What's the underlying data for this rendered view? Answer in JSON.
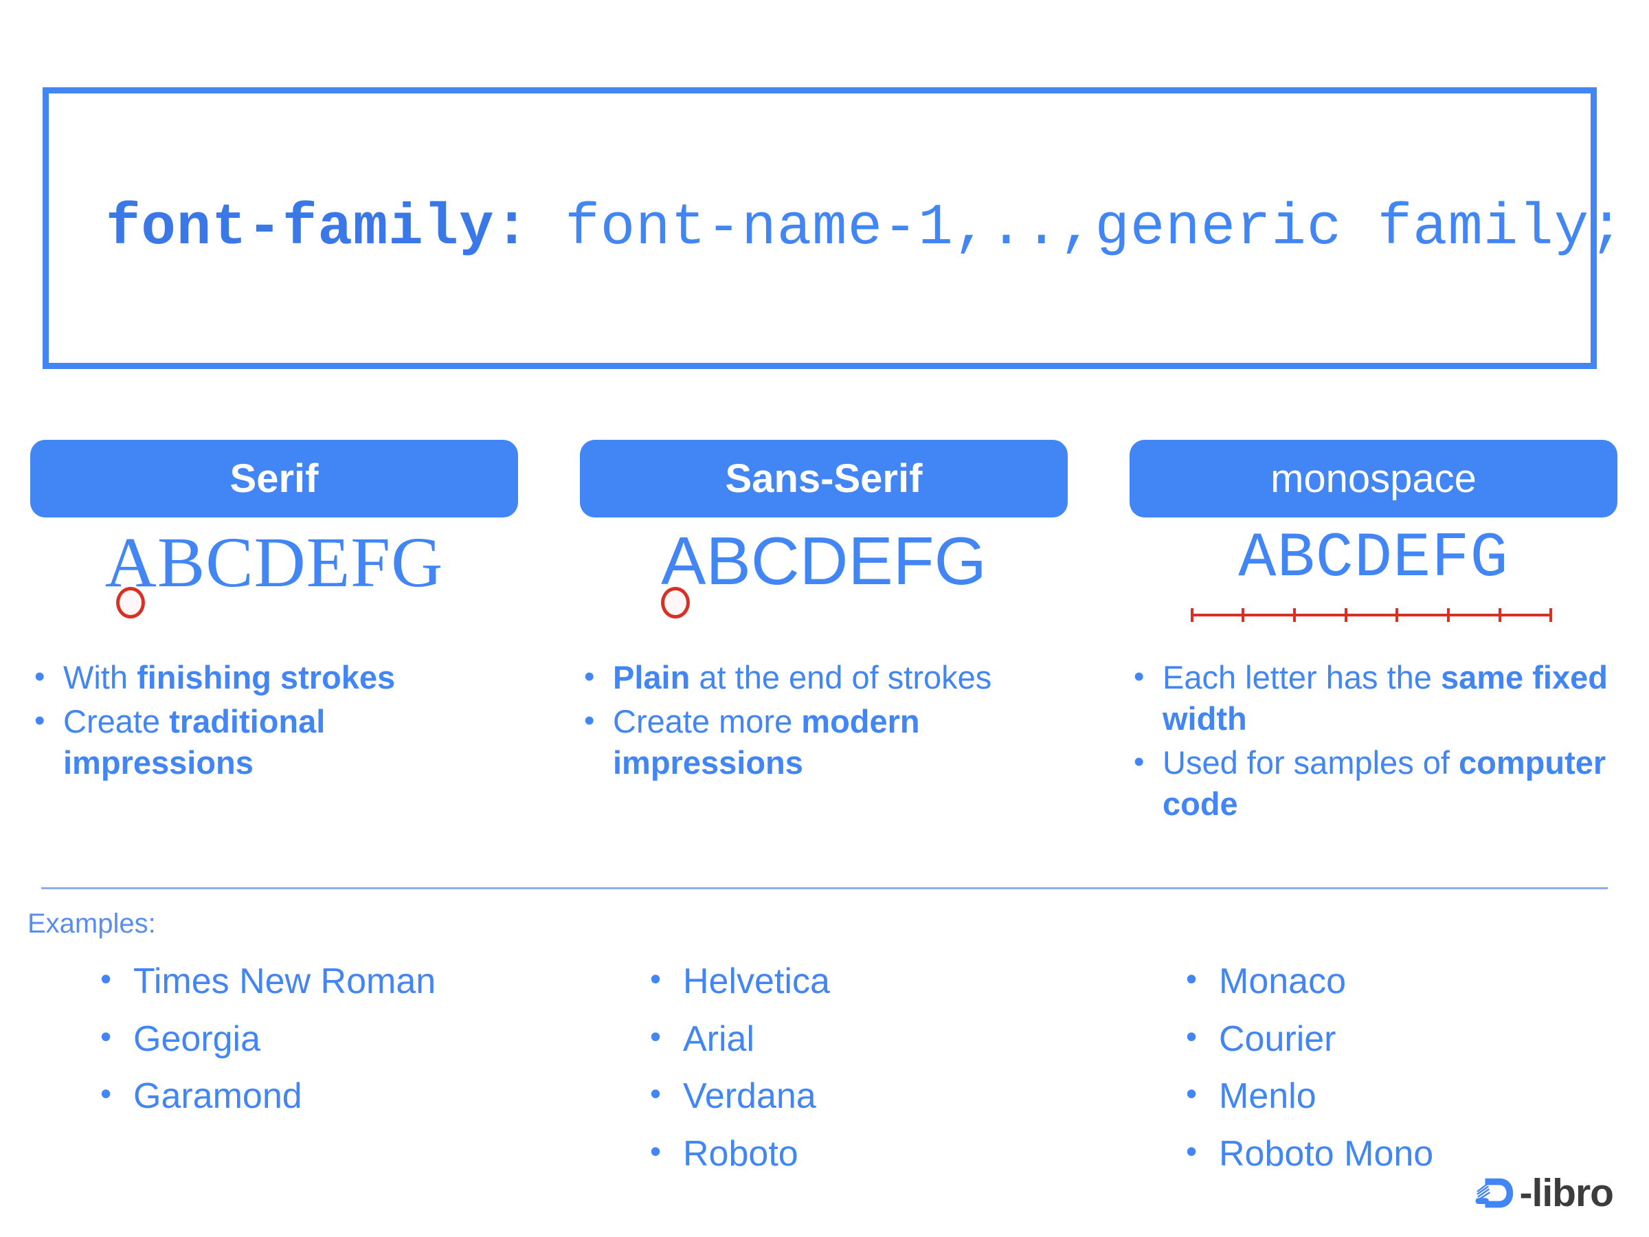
{
  "code_box": {
    "property": "font-family:",
    "value": " font-name-1,..,generic family;",
    "border_color": "#4285F4",
    "text_color": "#3B78E7"
  },
  "accent_color": "#4285F4",
  "annotation_color": "#D93025",
  "columns": [
    {
      "pill_label": "Serif",
      "pill_weight": "bold",
      "sample_text": "ABCDEFG",
      "sample_style": "serif",
      "annotation": "serif-foot-circle",
      "bullets": [
        {
          "parts": [
            {
              "text": "With ",
              "bold": false
            },
            {
              "text": "finishing strokes",
              "bold": true
            }
          ]
        },
        {
          "parts": [
            {
              "text": "Create ",
              "bold": false
            },
            {
              "text": "traditional impressions",
              "bold": true
            }
          ]
        }
      ],
      "examples": [
        "Times New Roman",
        "Georgia",
        "Garamond"
      ]
    },
    {
      "pill_label": "Sans-Serif",
      "pill_weight": "bold",
      "sample_text": "ABCDEFG",
      "sample_style": "sans",
      "annotation": "plain-stroke-circle",
      "bullets": [
        {
          "parts": [
            {
              "text": "Plain",
              "bold": true
            },
            {
              "text": " at the end of strokes",
              "bold": false
            }
          ]
        },
        {
          "parts": [
            {
              "text": "Create more ",
              "bold": false
            },
            {
              "text": "modern impressions",
              "bold": true
            }
          ]
        }
      ],
      "examples": [
        "Helvetica",
        "Arial",
        "Verdana",
        "Roboto"
      ]
    },
    {
      "pill_label": "monospace",
      "pill_weight": "normal",
      "sample_text": "ABCDEFG",
      "sample_style": "mono",
      "annotation": "fixed-width-ruler",
      "bullets": [
        {
          "parts": [
            {
              "text": "Each letter has the ",
              "bold": false
            },
            {
              "text": "same fixed width",
              "bold": true
            }
          ]
        },
        {
          "parts": [
            {
              "text": "Used for samples of ",
              "bold": false
            },
            {
              "text": "computer code",
              "bold": true
            }
          ]
        }
      ],
      "examples": [
        "Monaco",
        "Courier",
        "Menlo",
        "Roboto Mono"
      ]
    }
  ],
  "examples_label": "Examples:",
  "bullet_glyph": "•",
  "logo": {
    "text": "-libro",
    "mark_color": "#4285F4",
    "text_color": "#3C3C3C"
  }
}
